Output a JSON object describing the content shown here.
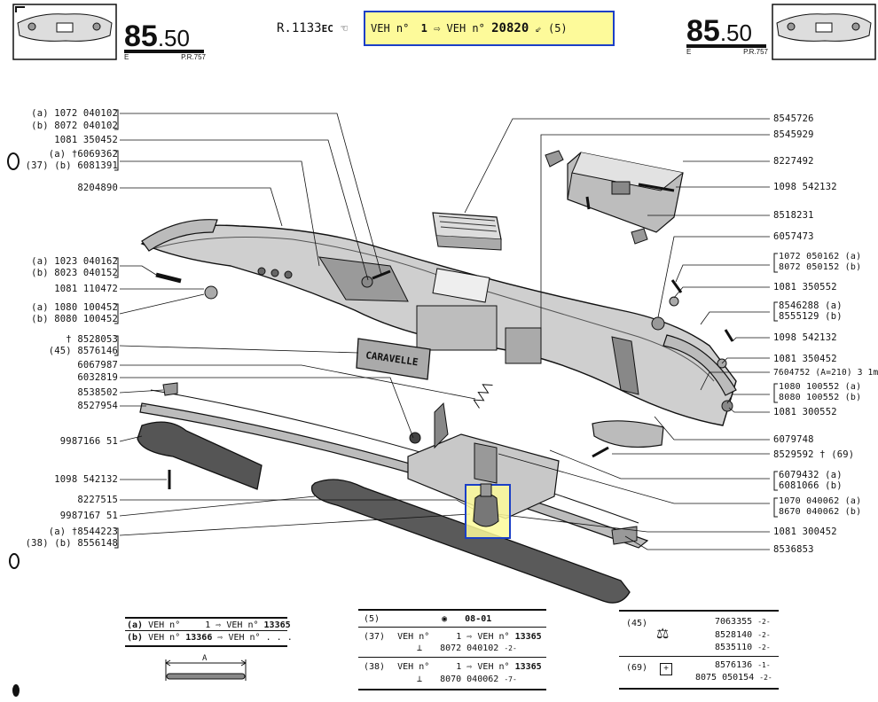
{
  "header": {
    "page_number_main": "85",
    "page_number_sub": ".50",
    "page_letter": "E",
    "page_ref": "P.R.757",
    "model_code": "R.1133",
    "model_suffix": "EC",
    "applicability": {
      "from_label": "VEH n°",
      "from_value": "1",
      "to_label": "VEH n°",
      "to_value": "20820",
      "note": "(5)"
    }
  },
  "labels_left": [
    {
      "text": "(a) 1072 040102"
    },
    {
      "text": "(b) 8072 040102"
    },
    {
      "text": "1081 350452"
    },
    {
      "text": "(a) †6069362"
    },
    {
      "text": "(37) (b) 6081391"
    },
    {
      "text": "8204890"
    },
    {
      "text": "(a) 1023 040162"
    },
    {
      "text": "(b) 8023 040152"
    },
    {
      "text": "1081 110472"
    },
    {
      "text": "(a) 1080 100452"
    },
    {
      "text": "(b) 8080 100452"
    },
    {
      "text": "† 8528053"
    },
    {
      "text": "(45) 8576146"
    },
    {
      "text": "6067987"
    },
    {
      "text": "6032819"
    },
    {
      "text": "8538502"
    },
    {
      "text": "8527954"
    },
    {
      "text": "9987166 51"
    },
    {
      "text": "1098 542132"
    },
    {
      "text": "8227515"
    },
    {
      "text": "9987167 51"
    },
    {
      "text": "(a) †8544223"
    },
    {
      "text": "(38) (b) 8556148"
    }
  ],
  "labels_right": [
    {
      "text": "8545726"
    },
    {
      "text": "8545929"
    },
    {
      "text": "8227492"
    },
    {
      "text": "1098 542132"
    },
    {
      "text": "8518231"
    },
    {
      "text": "6057473"
    },
    {
      "text": "1072 050162 (a)"
    },
    {
      "text": "8072 050152 (b)"
    },
    {
      "text": "1081 350552"
    },
    {
      "text": "8546288 (a)"
    },
    {
      "text": "8555129 (b)"
    },
    {
      "text": "1098 542132"
    },
    {
      "text": "1081 350452"
    },
    {
      "text": "7604752 (A=210) 3 1m"
    },
    {
      "text": "1080 100552 (a)"
    },
    {
      "text": "8080 100552 (b)"
    },
    {
      "text": "1081 300552"
    },
    {
      "text": "6079748"
    },
    {
      "text": "8529592 † (69)"
    },
    {
      "text": "6079432 (a)"
    },
    {
      "text": "6081066 (b)"
    },
    {
      "text": "1070 040062 (a)"
    },
    {
      "text": "8670 040062 (b)"
    },
    {
      "text": "1081 300452"
    },
    {
      "text": "8536853"
    }
  ],
  "bottom_tables": {
    "variants": {
      "row_a": {
        "tag": "(a)",
        "left": "VEH n°",
        "from": "1",
        "to_label": "VEH n°",
        "to": "13365"
      },
      "row_b": {
        "tag": "(b)",
        "left": "VEH n°",
        "from": "13366",
        "to_label": "VEH n°",
        "to": ". . ."
      },
      "dimension_label": "A"
    },
    "notes": {
      "r5": {
        "tag": "(5)",
        "value": "08-01"
      },
      "r37": {
        "tag": "(37)",
        "veh": "VEH n°",
        "from": "1",
        "to_label": "VEH n°",
        "to": "13365",
        "part": "8072 040102",
        "qty": "-2-"
      },
      "r38": {
        "tag": "(38)",
        "veh": "VEH n°",
        "from": "1",
        "to_label": "VEH n°",
        "to": "13365",
        "part": "8070 040062",
        "qty": "-7-"
      }
    },
    "kits": {
      "r45": {
        "tag": "(45)",
        "parts": [
          "7063355",
          "8528140",
          "8535110"
        ],
        "qtys": [
          "-2-",
          "-2-",
          "-2-"
        ]
      },
      "r69": {
        "tag": "(69)",
        "parts": [
          "8576136",
          "8075 050154"
        ],
        "qtys": [
          "-1-",
          "-2-"
        ]
      }
    }
  },
  "colors": {
    "highlight_fill": "#fdfa9a",
    "highlight_border": "#1b3fc7",
    "ink": "#111111"
  }
}
